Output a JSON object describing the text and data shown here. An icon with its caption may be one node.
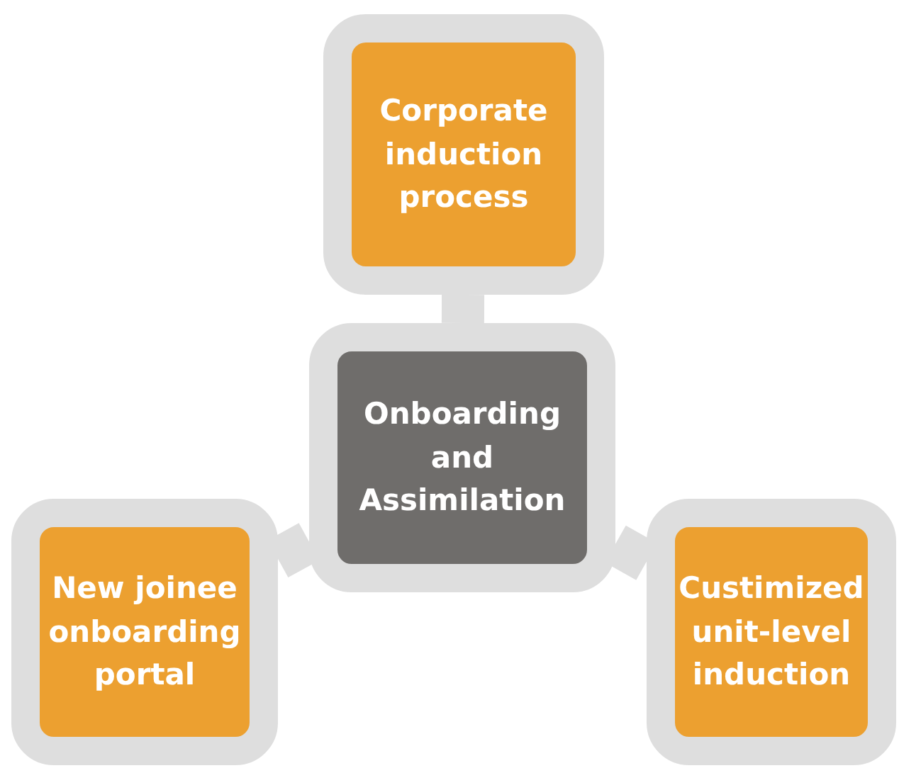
{
  "diagram": {
    "nodes": [
      {
        "text": [
          "Corporate induction process"
        ]
      },
      {
        "text": [
          "Onboarding and Assimilation"
        ]
      },
      {
        "text": [
          "New joinee onboarding portal"
        ]
      },
      {
        "text": [
          "Custimized unit-level induction"
        ]
      }
    ],
    "edges": [
      {
        "from": 1,
        "to": 0,
        "arrow": "none"
      },
      {
        "from": 1,
        "to": 2,
        "arrow": "none"
      },
      {
        "from": 1,
        "to": 3,
        "arrow": "none"
      }
    ]
  }
}
